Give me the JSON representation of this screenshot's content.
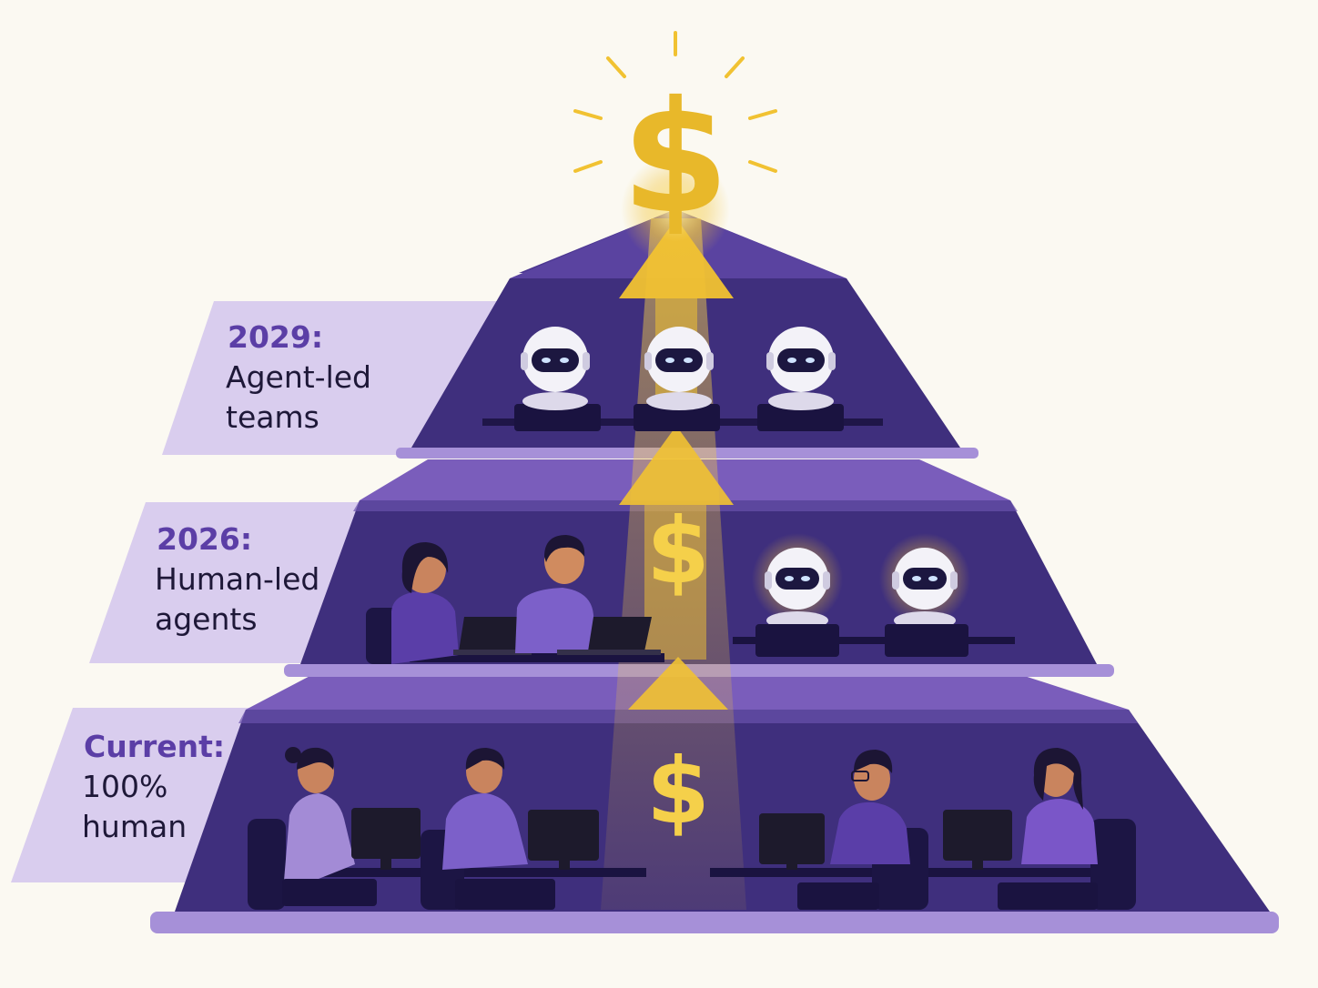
{
  "colors": {
    "background": "#fbf9f2",
    "label_panel": "#d9cdee",
    "tier_rim": "#8c71c6",
    "tier_face": "#3f2f7d",
    "tier_dark": "#2c2062",
    "gold": "#f1c232",
    "year_text": "#5b3ea6",
    "body_text": "#1e1838"
  },
  "tiers": [
    {
      "id": "top",
      "year": "2029:",
      "line1": "Agent-led",
      "line2": "teams"
    },
    {
      "id": "middle",
      "year": "2026:",
      "line1": "Human-led",
      "line2": "agents"
    },
    {
      "id": "bottom",
      "year": "Current:",
      "line1": "100%",
      "line2": "human"
    }
  ],
  "icons": {
    "apex": "dollar-icon",
    "value_flow": "arrow-up-icon",
    "agent": "robot-icon",
    "human": "person-icon",
    "device": "computer-icon"
  },
  "dollar_symbol": "$"
}
